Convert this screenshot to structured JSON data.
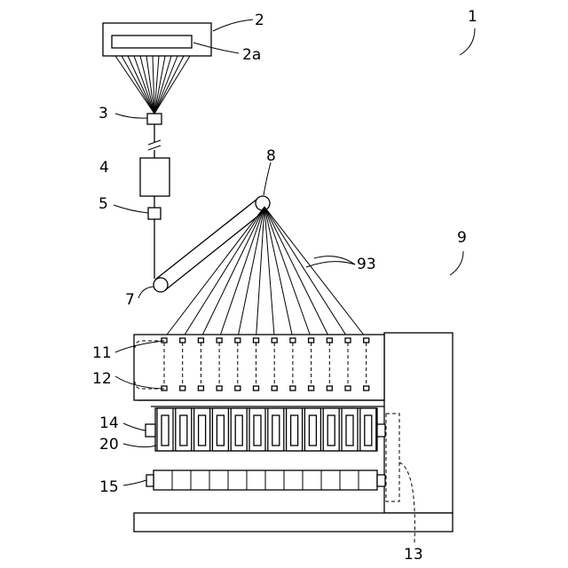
{
  "labels": {
    "system": "1",
    "spinneret": "2",
    "spinneret_face": "2a",
    "guide": "3",
    "unit_4": "4",
    "unit_5": "5",
    "roller_7": "7",
    "roller_8": "8",
    "winder": "9",
    "filaments": "93",
    "row_11": "11",
    "row_12": "12",
    "bobbin_shaft_14": "14",
    "bobbin_holder": "20",
    "shaft_15": "15",
    "drive": "13"
  }
}
